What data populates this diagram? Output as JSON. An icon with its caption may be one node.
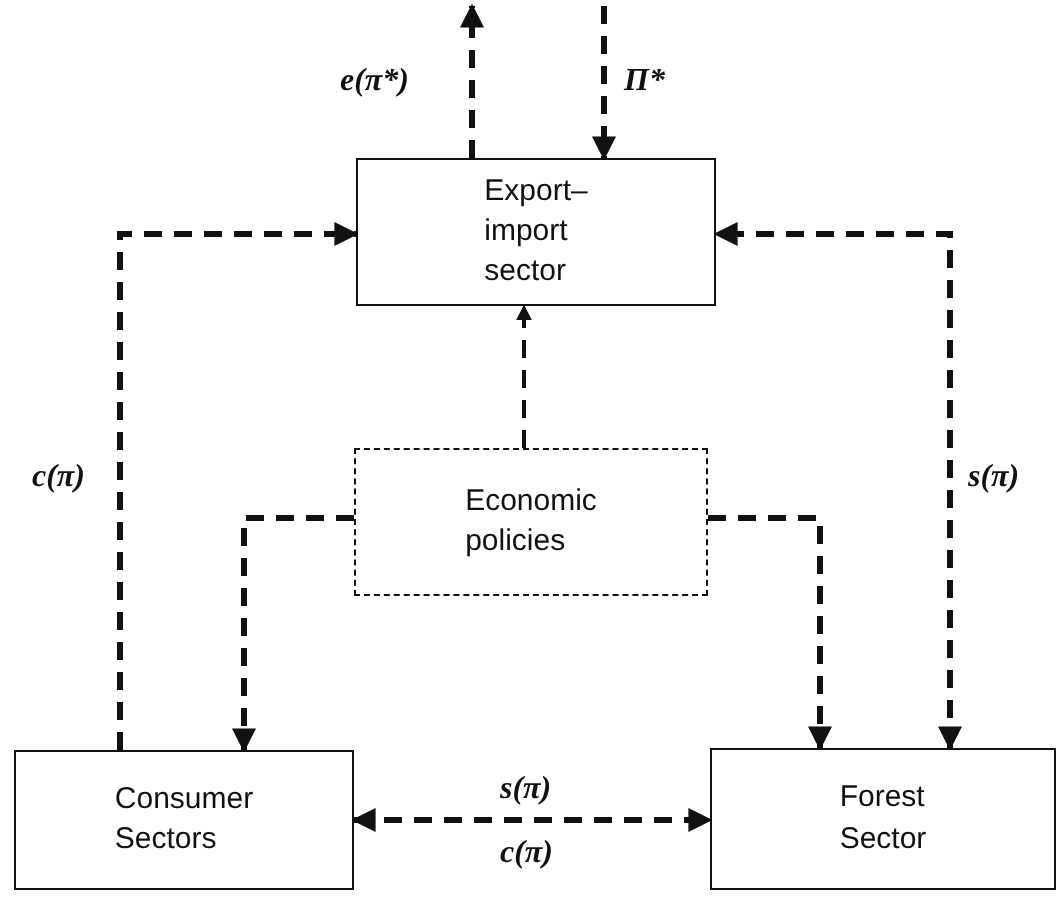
{
  "diagram": {
    "nodes": [
      {
        "text": [
          "Export–import sector"
        ]
      },
      {
        "text": [
          "Economic policies"
        ]
      },
      {
        "text": [
          "Consumer Sectors"
        ]
      },
      {
        "text": [
          "Forest Sector"
        ]
      }
    ],
    "edges": [
      {
        "from": 0,
        "to": null,
        "arrow": "to",
        "label": "e(π*)",
        "style": "dashed"
      },
      {
        "from": null,
        "to": 0,
        "arrow": "to",
        "label": "Π*",
        "style": "dashed"
      },
      {
        "from": 2,
        "to": 0,
        "arrow": "to",
        "label": "c(π)",
        "style": "dashed"
      },
      {
        "from": 3,
        "to": 0,
        "arrow": "both",
        "label": "s(π)",
        "style": "dashed"
      },
      {
        "from": 1,
        "to": 0,
        "arrow": "to",
        "style": "dashed"
      },
      {
        "from": 1,
        "to": 2,
        "arrow": "to",
        "style": "dashed"
      },
      {
        "from": 1,
        "to": 3,
        "arrow": "to",
        "style": "dashed"
      },
      {
        "from": 2,
        "to": 3,
        "arrow": "both",
        "label": "s(π)",
        "style": "dashed"
      }
    ],
    "labels": [
      "c(π)"
    ]
  }
}
